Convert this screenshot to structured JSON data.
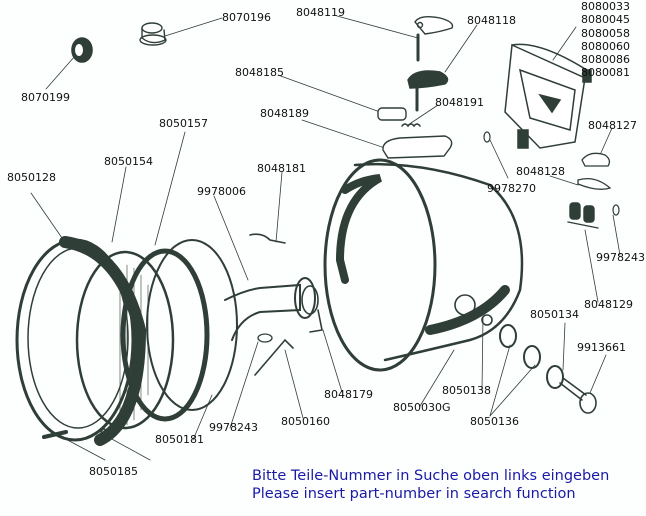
{
  "diagram": {
    "title": "Headlamp exploded view (parts diagram)",
    "ink_color": "#2f3e36",
    "note_color": "#1a1aa6",
    "labels": {
      "p8070196": "8070196",
      "p8070199": "8070199",
      "p8048119": "8048119",
      "p8048118": "8048118",
      "p8048185": "8048185",
      "p8048189": "8048189",
      "p8048191": "8048191",
      "p8050157": "8050157",
      "p8050154": "8050154",
      "p8050128": "8050128",
      "p9978006": "9978006",
      "p8048181": "8048181",
      "p8048127": "8048127",
      "p8048128": "8048128",
      "p9978270": "9978270",
      "p9978243a": "9978243",
      "p8048129": "8048129",
      "p8050134": "8050134",
      "p9913661": "9913661",
      "p8050138": "8050138",
      "p8050030G": "8050030G",
      "p8050136": "8050136",
      "p8048179": "8048179",
      "p8050160": "8050160",
      "p9978243b": "9978243",
      "p8050181": "8050181",
      "p8050185": "8050185"
    },
    "speedometer_variants": [
      "8080033",
      "8080045",
      "8080058",
      "8080060",
      "8080086",
      "8080081"
    ],
    "notes": {
      "german": "Bitte Teile-Nummer in Suche oben links eingeben",
      "english": "Please insert part-number in search function"
    }
  }
}
